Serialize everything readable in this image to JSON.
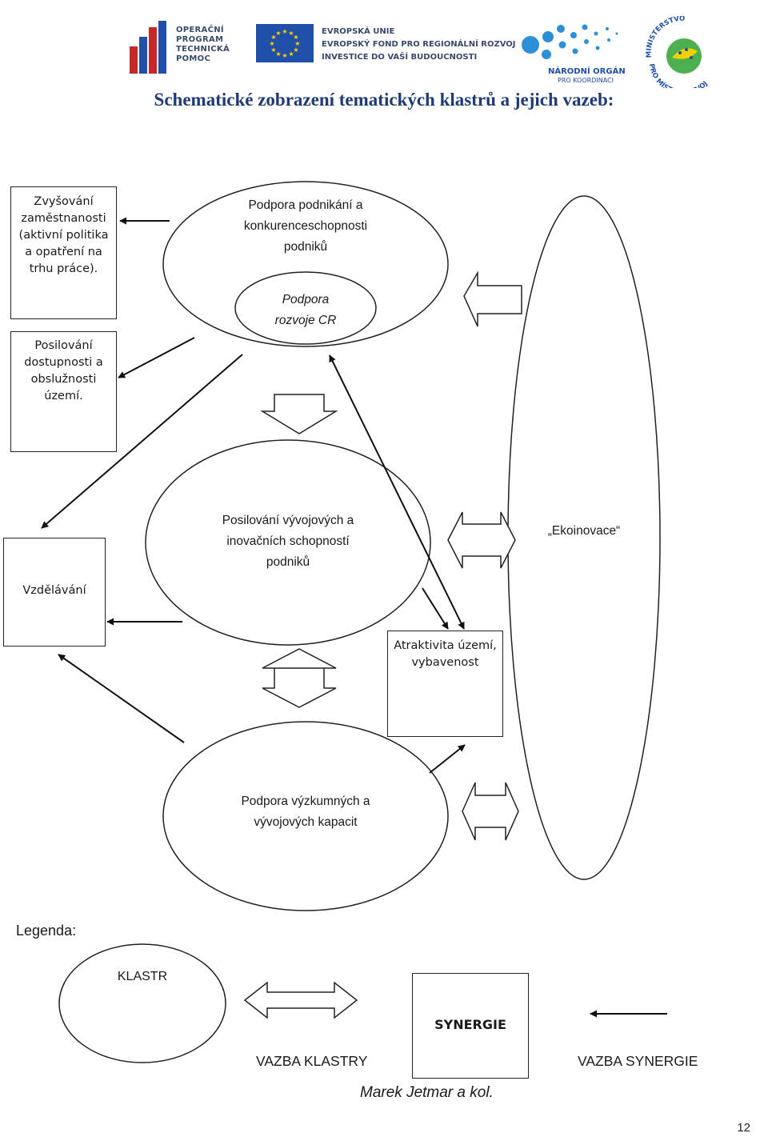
{
  "header": {
    "logo_op": "OPERAČNÍ\nPROGRAM\nTECHNICKÁ\nPOMOC",
    "logo_eu_lines": [
      "EVROPSKÁ UNIE",
      "EVROPSKÝ FOND PRO REGIONÁLNÍ ROZVOJ",
      "INVESTICE DO VAŠÍ BUDOUCNOSTI"
    ],
    "logo_no_line1": "NÁRODNÍ ORGÁN",
    "logo_no_line2": "PRO KOORDINACI",
    "logo_mmr_top": "MINISTERSTVO",
    "logo_mmr_bottom": "PRO MÍSTNÍ ROZVOJ"
  },
  "title": "Schematické zobrazení tematických klastrů a jejich vazeb:",
  "nodes": {
    "zamestnanost": "Zvyšování zaměstnanosti (aktivní politika a opatření na trhu práce).",
    "dostupnost": "Posilování dostupnosti a obslužnosti území.",
    "podnikani_lines": [
      "Podpora podnikání a",
      "konkurenceschopnosti",
      "podniků"
    ],
    "rozvoj_cr_lines": [
      "Podpora",
      "rozvoje CR"
    ],
    "vzdelavani": "Vzdělávání",
    "inovace_lines": [
      "Posilování vývojových a",
      "inovačních schopností",
      "podniků"
    ],
    "ekoinovace": "„Ekoinovace“",
    "atraktivita": "Atraktivita území, vybavenost",
    "vyzkum_lines": [
      "Podpora výzkumných a",
      "vývojových kapacit"
    ]
  },
  "legend": {
    "heading": "Legenda:",
    "cluster": "KLASTR",
    "synergy": "SYNERGIE",
    "link_clusters": "VAZBA KLASTRY",
    "link_synergy": "VAZBA SYNERGIE"
  },
  "author": "Marek Jetmar a kol.",
  "page_number": "12",
  "colors": {
    "title": "#1f3a78",
    "eu_flag": "#1f4fa8",
    "eu_star": "#ffd200",
    "logo_text": "#3b4a6b",
    "op_bars": [
      "#c62828",
      "#1f4fa8",
      "#c62828",
      "#1f4fa8",
      "#c62828"
    ],
    "no_dots": "#2d8fd5",
    "mmr_green": "#4caf50",
    "mmr_yellow": "#f0d000"
  }
}
